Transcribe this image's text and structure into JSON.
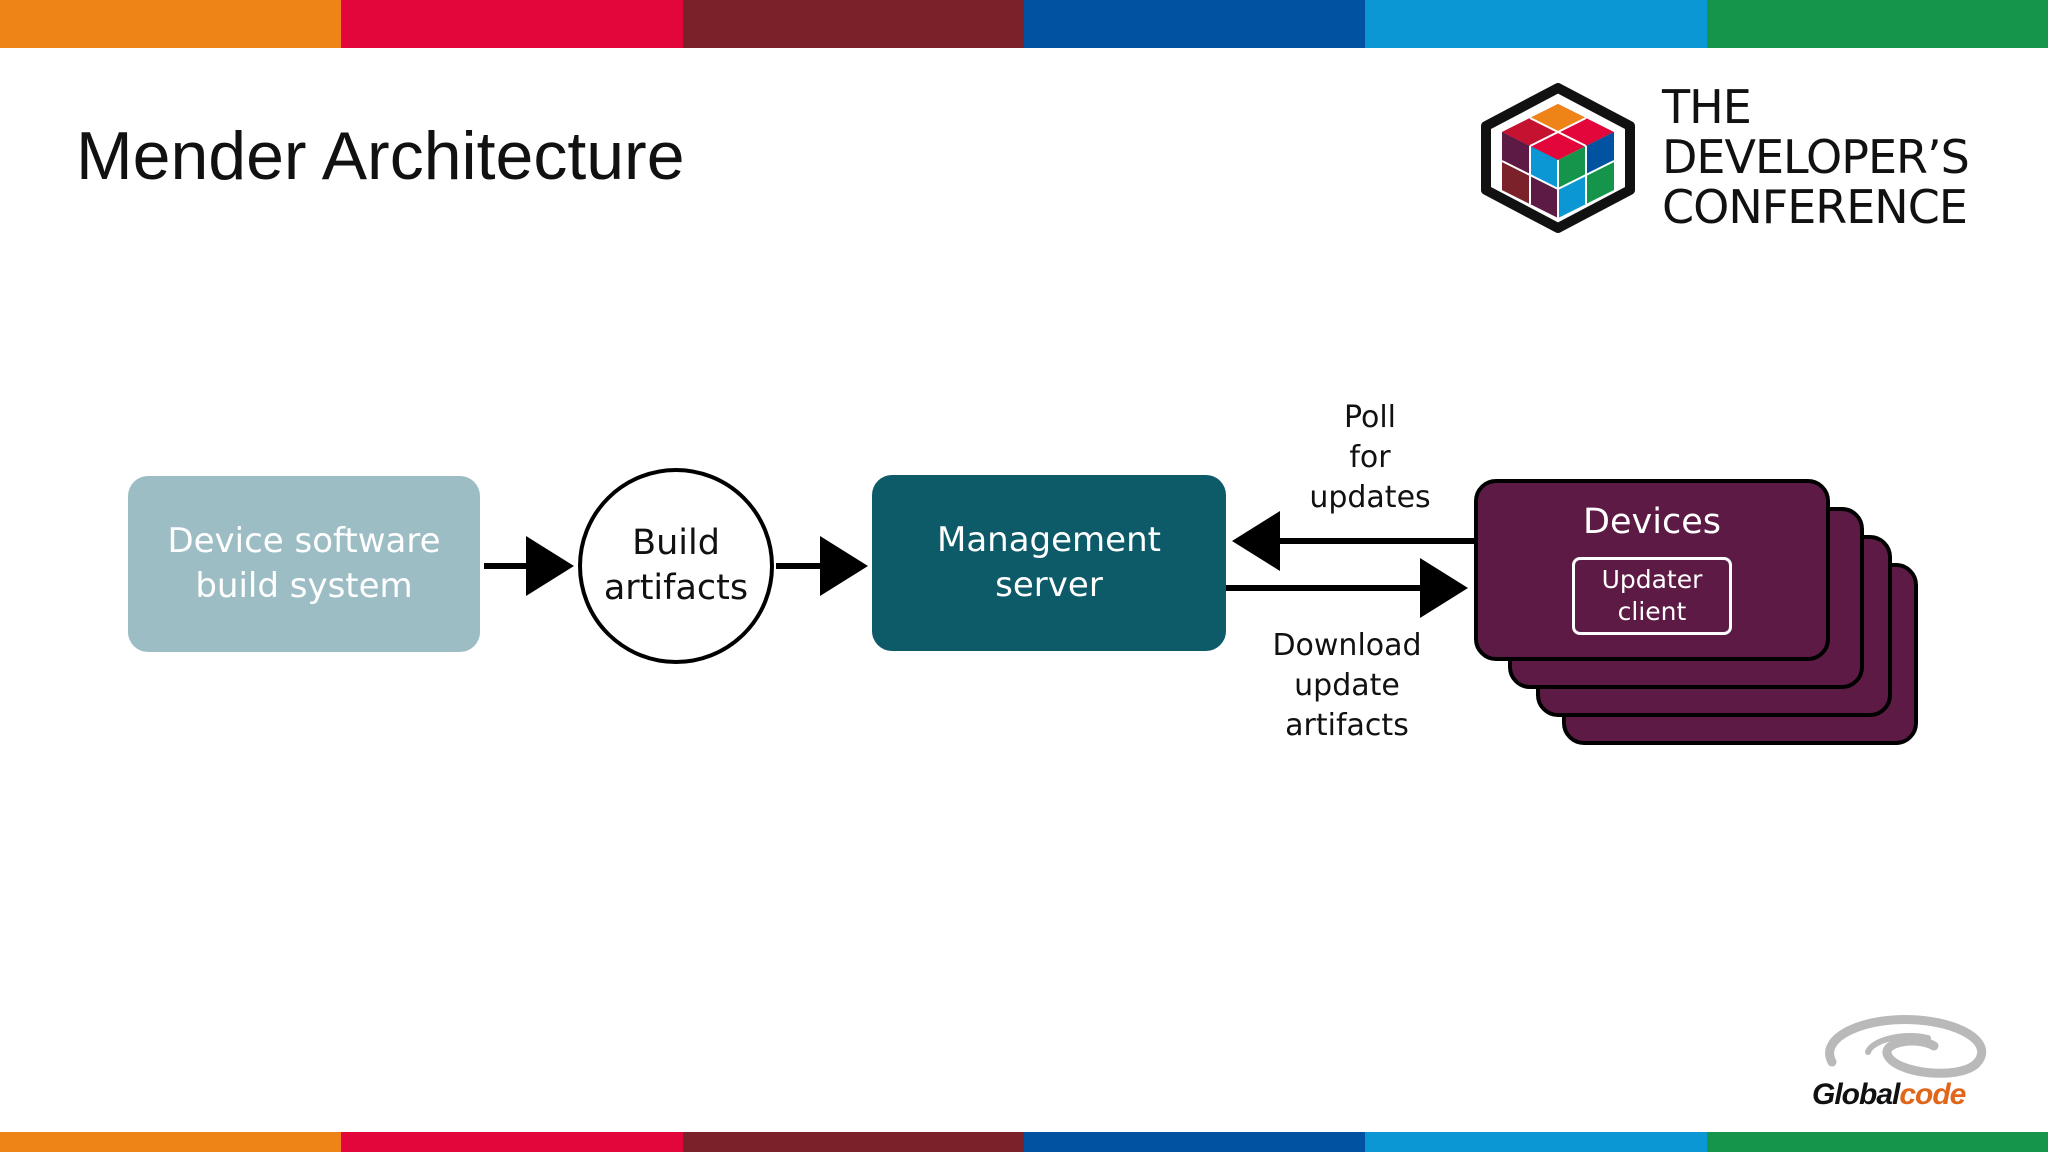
{
  "colors": {
    "stripe": [
      "#ee8418",
      "#e2063a",
      "#7a2129",
      "#0153a2",
      "#0a97d3",
      "#14954b"
    ],
    "build_system_box": "#9dbdc4",
    "management_box": "#0d5b69",
    "devices_box": "#5c1a45"
  },
  "slide": {
    "title": "Mender Architecture"
  },
  "conference_logo": {
    "lines": [
      "THE",
      "DEVELOPER’S",
      "CONFERENCE"
    ]
  },
  "diagram": {
    "build_system": {
      "lines": [
        "Device software",
        "build system"
      ]
    },
    "artifacts": {
      "lines": [
        "Build",
        "artifacts"
      ]
    },
    "management_server": {
      "lines": [
        "Management",
        "server"
      ]
    },
    "poll_label": {
      "lines": [
        "Poll",
        "for",
        "updates"
      ]
    },
    "download_label": {
      "lines": [
        "Download",
        "update",
        "artifacts"
      ]
    },
    "devices": {
      "title": "Devices",
      "updater": {
        "lines": [
          "Updater",
          "client"
        ]
      }
    }
  },
  "sponsor_logo": {
    "part1": "Global",
    "part2": "code"
  }
}
